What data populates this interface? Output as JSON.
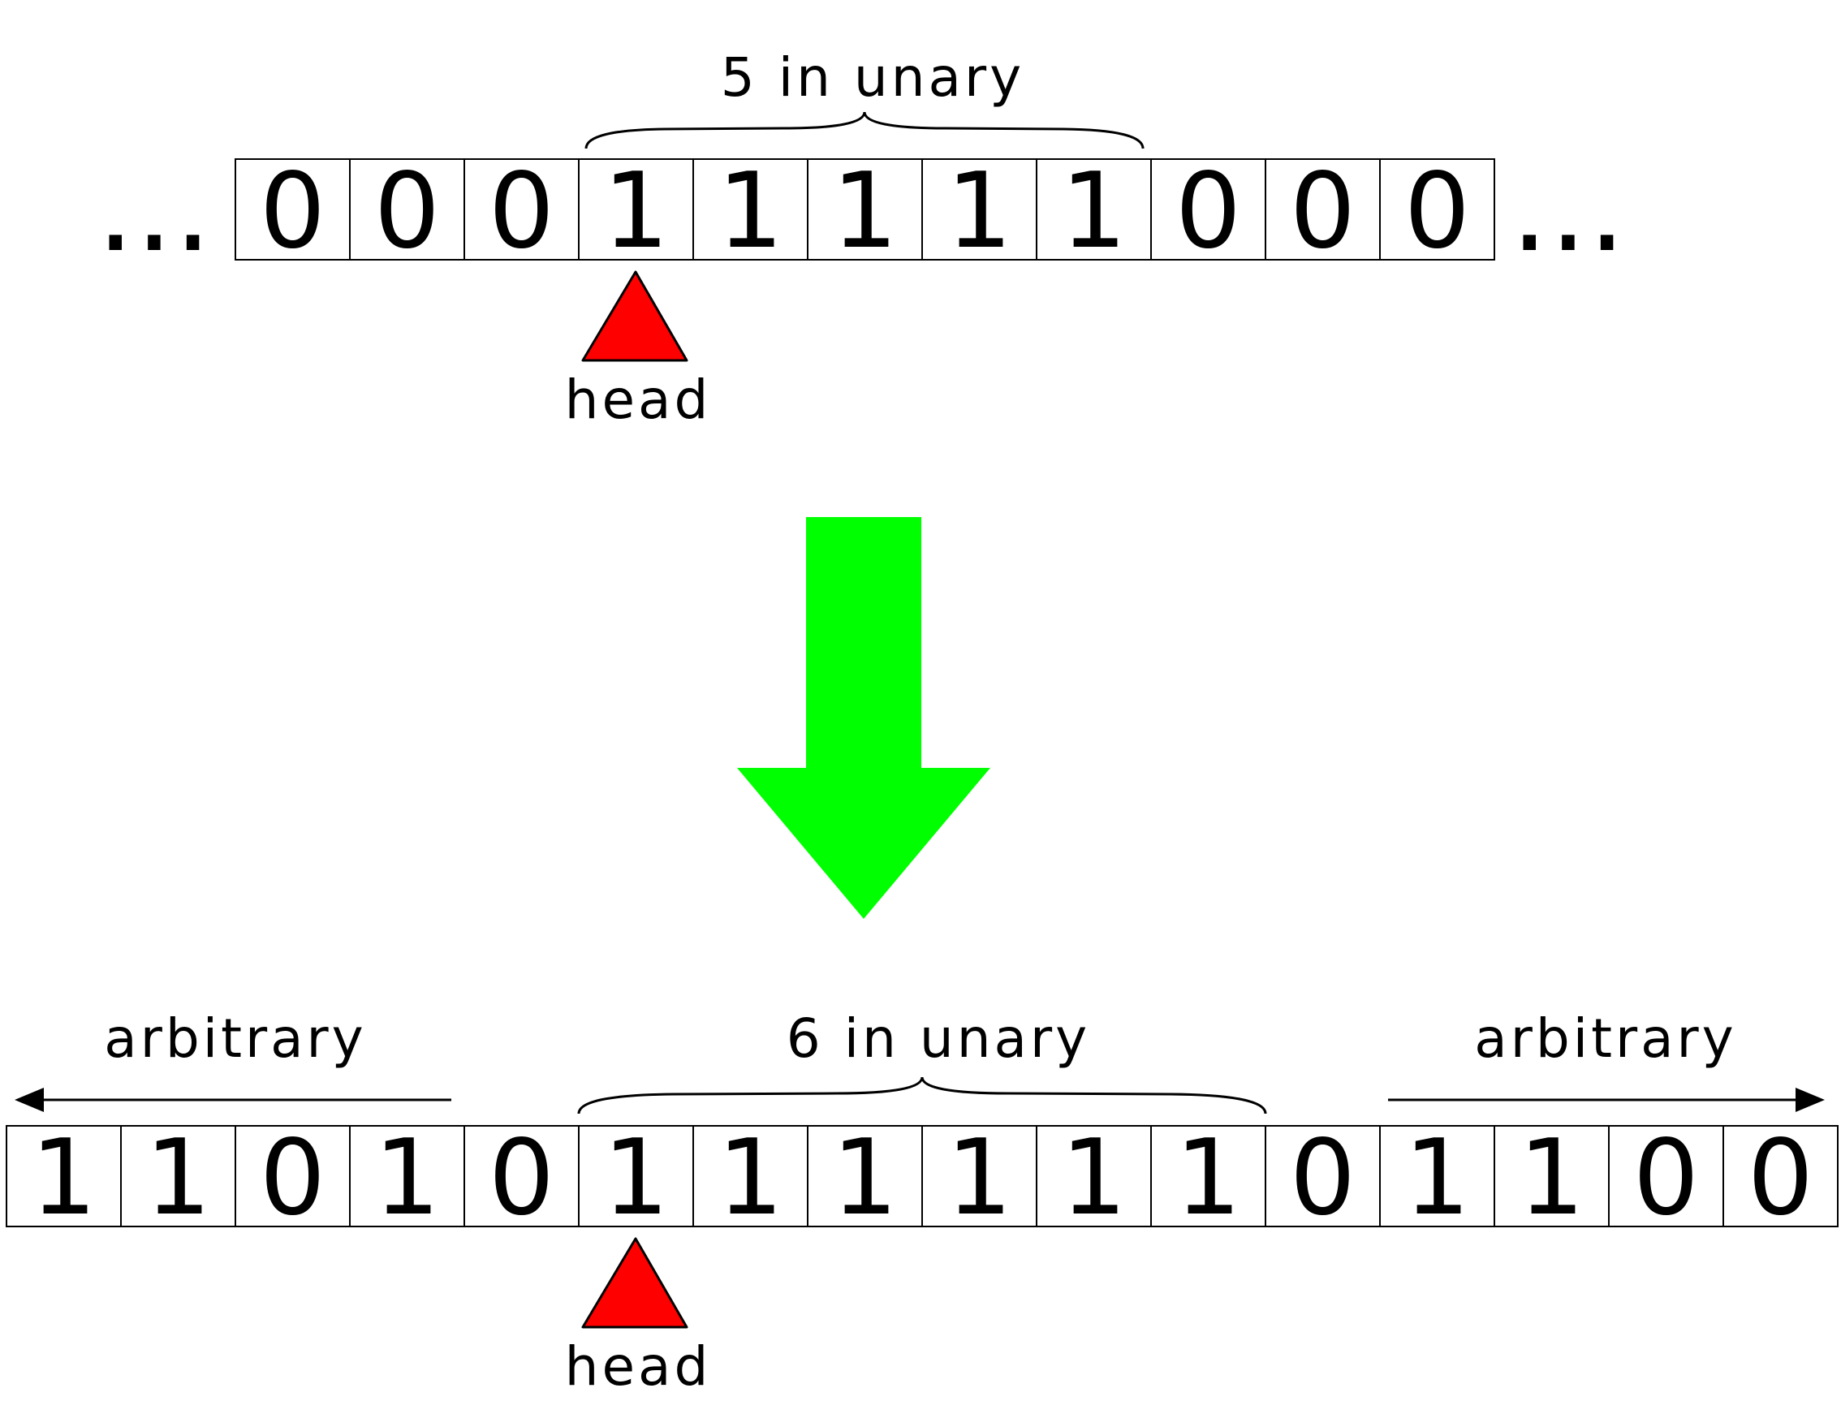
{
  "top": {
    "tape": [
      "0",
      "0",
      "0",
      "1",
      "1",
      "1",
      "1",
      "1",
      "0",
      "0",
      "0"
    ],
    "left_ellipsis": "...",
    "right_ellipsis": "...",
    "brace_label": "5 in unary",
    "head_label": "head"
  },
  "bottom": {
    "tape": [
      "1",
      "1",
      "0",
      "1",
      "0",
      "1",
      "1",
      "1",
      "1",
      "1",
      "1",
      "0",
      "1",
      "1",
      "0",
      "0"
    ],
    "brace_label": "6 in unary",
    "left_label": "arbitrary",
    "right_label": "arbitrary",
    "head_label": "head"
  },
  "colors": {
    "head_fill": "#ff0000",
    "arrow_fill": "#00ff00",
    "line": "#000000",
    "cell_fill": "#ffffff"
  }
}
